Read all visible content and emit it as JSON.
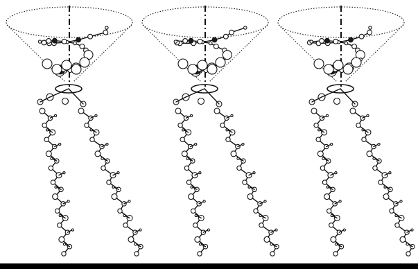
{
  "figure": {
    "colors": {
      "background": "#ffffff",
      "ink": "#111111",
      "atom_fill": "#ffffff",
      "surface": "#000000"
    },
    "molecules": [
      {
        "id": "molecule-1"
      },
      {
        "id": "molecule-2"
      },
      {
        "id": "molecule-3"
      }
    ]
  }
}
